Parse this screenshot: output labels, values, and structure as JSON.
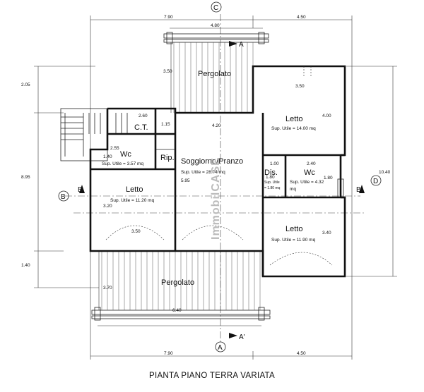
{
  "title": "PIANTA PIANO TERRA VARIATA",
  "watermark": "ImmobilCASE",
  "rooms": {
    "pergolato_top": {
      "name": "Pergolato"
    },
    "pergolato_bottom": {
      "name": "Pergolato"
    },
    "ct": {
      "name": "C.T."
    },
    "rip": {
      "name": "Rip."
    },
    "dis": {
      "name": "Dis."
    },
    "soggiorno": {
      "name": "Soggiorno/Pranzo",
      "area": "Sup. Utile = 28.74 mq"
    },
    "wc_left": {
      "name": "Wc",
      "area": "Sup. Utile = 3.57 mq"
    },
    "letto_left": {
      "name": "Letto",
      "area": "Sup. Utile = 11.20 mq"
    },
    "letto_top_right": {
      "name": "Letto",
      "area": "Sup. Utile = 14.00 mq"
    },
    "wc_right": {
      "name": "Wc",
      "area_l1": "Sup. Utile = 4.32",
      "area_l2": "mq"
    },
    "letto_bottom_right": {
      "name": "Letto",
      "area": "Sup. Utile = 11.90 mq"
    },
    "dis_small_area": {
      "l1": "Sup. Utile",
      "l2": "= 1.80 mq"
    }
  },
  "dimensions": {
    "top_left": "7.90",
    "top_right": "4.50",
    "bottom_left": "7.90",
    "bottom_right": "4.50",
    "left_1": "2.05",
    "left_2": "8.95",
    "left_3": "1.40",
    "right_total": "10.40",
    "pergola_top_w": "4.80",
    "pergola_top_h": "3.50",
    "pergola_bottom_w": "6.40",
    "pergola_bottom_h": "3.70",
    "ct_w": "2.60",
    "ct_h": "1.15",
    "wc_left_w": "2.55",
    "wc_left_h": "1.40",
    "soggiorno_w": "4.20",
    "soggiorno_h": "5.95",
    "letto_left_w": "3.50",
    "letto_left_h": "3.20",
    "letto_tr_w": "3.50",
    "letto_tr_h": "4.00",
    "wc_right_w": "2.40",
    "wc_right_h": "1.80",
    "letto_br_h": "3.40",
    "dis_w": "1.00",
    "dis_h": "1.80"
  },
  "markers": {
    "section_a": "A",
    "section_a_prime": "A'",
    "section_b": "B",
    "section_b_prime": "B'",
    "elev_c": "C",
    "elev_a": "A",
    "elev_b": "B",
    "elev_d": "D"
  }
}
